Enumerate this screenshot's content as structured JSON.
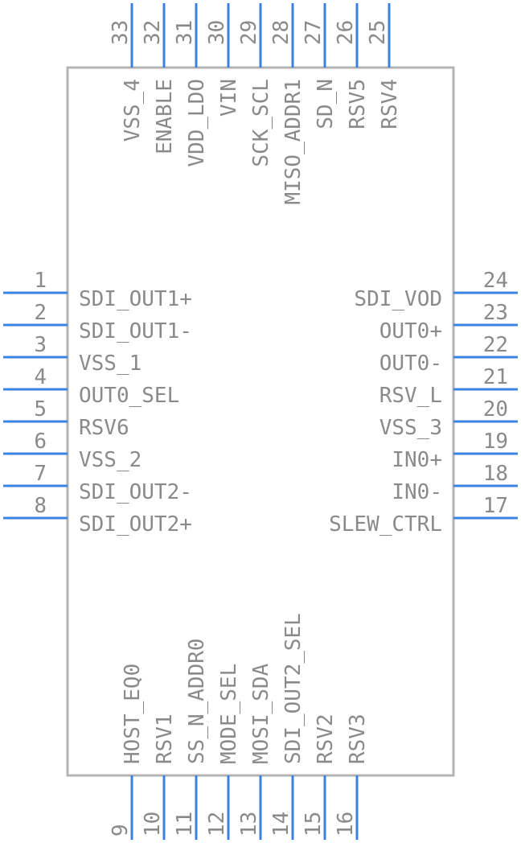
{
  "component": {
    "left_pins": [
      {
        "num": "1",
        "name": "SDI_OUT1+"
      },
      {
        "num": "2",
        "name": "SDI_OUT1-"
      },
      {
        "num": "3",
        "name": "VSS_1"
      },
      {
        "num": "4",
        "name": "OUT0_SEL"
      },
      {
        "num": "5",
        "name": "RSV6"
      },
      {
        "num": "6",
        "name": "VSS_2"
      },
      {
        "num": "7",
        "name": "SDI_OUT2-"
      },
      {
        "num": "8",
        "name": "SDI_OUT2+"
      }
    ],
    "bottom_pins": [
      {
        "num": "9",
        "name": "HOST_EQ0"
      },
      {
        "num": "10",
        "name": "RSV1"
      },
      {
        "num": "11",
        "name": "SS_N_ADDR0"
      },
      {
        "num": "12",
        "name": "MODE_SEL"
      },
      {
        "num": "13",
        "name": "MOSI_SDA"
      },
      {
        "num": "14",
        "name": "SDI_OUT2_SEL"
      },
      {
        "num": "15",
        "name": "RSV2"
      },
      {
        "num": "16",
        "name": "RSV3"
      }
    ],
    "right_pins": [
      {
        "num": "17",
        "name": "SLEW_CTRL"
      },
      {
        "num": "18",
        "name": "IN0-"
      },
      {
        "num": "19",
        "name": "IN0+"
      },
      {
        "num": "20",
        "name": "VSS_3"
      },
      {
        "num": "21",
        "name": "RSV_L"
      },
      {
        "num": "22",
        "name": "OUT0-"
      },
      {
        "num": "23",
        "name": "OUT0+"
      },
      {
        "num": "24",
        "name": "SDI_VOD"
      }
    ],
    "top_pins": [
      {
        "num": "25",
        "name": "RSV4"
      },
      {
        "num": "26",
        "name": "RSV5"
      },
      {
        "num": "27",
        "name": "SD_N"
      },
      {
        "num": "28",
        "name": "MISO_ADDR1"
      },
      {
        "num": "29",
        "name": "SCK_SCL"
      },
      {
        "num": "30",
        "name": "VIN"
      },
      {
        "num": "31",
        "name": "VDD_LDO"
      },
      {
        "num": "32",
        "name": "ENABLE"
      },
      {
        "num": "33",
        "name": "VSS_4"
      }
    ]
  },
  "colors": {
    "pin": "#3b82e6",
    "outline": "#b3b3b3",
    "text": "#8a8a8a"
  }
}
